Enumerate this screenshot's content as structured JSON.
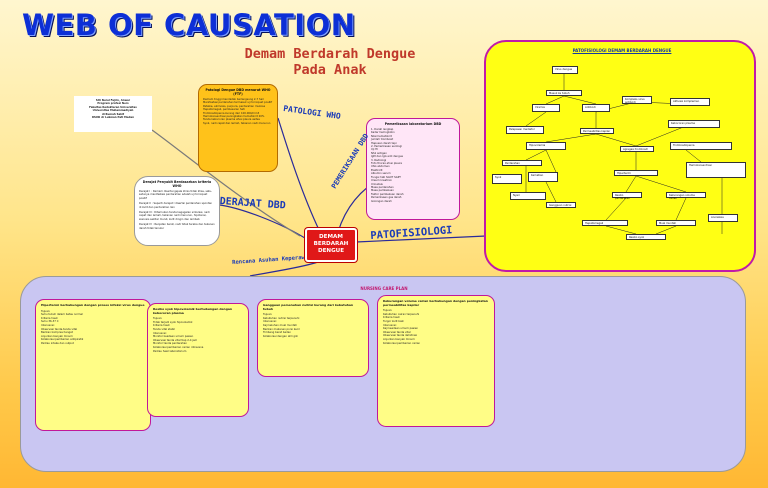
{
  "title": "WEB OF CAUSATION",
  "subtitle_line1": "Demam Berdarah Dengue",
  "subtitle_line2": "Pada Anak",
  "center_node": {
    "line1": "DEMAM",
    "line2": "BERDARAH",
    "line3": "DENGUE"
  },
  "branches": {
    "patologi": "PATOLOGI WHO",
    "pemeriksaan": "PEMERIKSAAN DBD",
    "derajat": "DERAJAT DBD",
    "patofisiologi": "PATOFISIOLOGI",
    "asuhan": "Rencana Asuhan Keperawatan"
  },
  "author_card": {
    "l1": "Siti Nurul Fajrin, Anwar",
    "l2": "Program profesi Ners",
    "l3": "Fakultas Kedokteran Universitas",
    "l4": "Universitas Muhammadiyah",
    "l5": "di Rumah Sakit",
    "l6": "RSUD dr Lukman Pati Medan"
  },
  "who_card": {
    "title": "Patologi Dengue DBD menurut WHO (FTF)",
    "items": [
      "Demam tinggi mendadak berlangsung 2-7 hari",
      "Manifestasi perdarahan termasuk uji torniquet positif",
      "Petekie, ekimosis, purpura, perdarahan mukosa",
      "Hepatomegali, pembesaran hati",
      "Trombositopenia kurang dari 100.000/mm3",
      "Hemokonsentrasi peningkatan hematokrit 20%",
      "Tanda kebocoran plasma efusi pleura asites",
      "Syok, nadi cepat dan lemah, tekanan nadi menurun"
    ]
  },
  "exam_card": {
    "title": "Pemeriksaan laboratorium DBD",
    "items": [
      "1. Darah lengkap",
      "Kadar hemoglobin",
      "Nilai hematokrit",
      "Jumlah trombosit",
      "Hapusan darah tepi",
      "2. Pemeriksaan serologi",
      "Uji HI",
      "NS1 antigen",
      "IgM dan IgG anti dengue",
      "3. Radiologi",
      "Foto thorax efusi pleura",
      "USG abdomen",
      "Elektrolit",
      "Albumin serum",
      "Fungsi hati SGOT SGPT",
      "Ureum kreatinin",
      "Urinalisis",
      "Masa perdarahan",
      "Masa pembekuan",
      "Faktor pembekuan darah",
      "Pemeriksaan gas darah",
      "Golongan darah"
    ]
  },
  "grade_card": {
    "title": "Derajat Penyakit Berdasarkan kriteria WHO",
    "items": [
      "Derajat I : Demam disertai gejala klinis tidak khas, satu-satunya manifestasi perdarahan adalah uji torniquet positif",
      "Derajat II : Seperti derajat I disertai perdarahan spontan di kulit dan perdarahan lain",
      "Derajat III : Ditemukan tanda kegagalan sirkulasi, nadi cepat dan lemah, tekanan nadi menurun, hipotensi, sianosis sekitar mulut, kulit dingin dan lembab",
      "Derajat IV : Renjatan berat, nadi tidak teraba dan tekanan darah tidak terukur"
    ]
  },
  "patho_panel": {
    "title": "PATOFISIOLOGI DEMAM BERDARAH DENGUE",
    "boxes": [
      "Virus dengue",
      "Masuk ke tubuh",
      "Viremia",
      "Antibodi",
      "Kompleks virus antibodi",
      "Aktivasi komplemen",
      "Pelepasan mediator",
      "Permeabilitas kapiler",
      "Kebocoran plasma",
      "Hipovolemia",
      "Agregasi trombosit",
      "Trombositopenia",
      "Perdarahan",
      "Hemokonsentrasi",
      "Syok",
      "Kematian",
      "Hipertermi",
      "Nyeri",
      "Resiko perdarahan",
      "Kekurangan volume cairan",
      "Gangguan nutrisi",
      "Hepatomegali",
      "Mual muntah",
      "Anoreksia",
      "Resiko syok"
    ]
  },
  "ncp": {
    "title": "NURSING CARE PLAN",
    "cards": [
      {
        "heading": "Hipertermi berhubungan dengan proses infeksi virus dengue",
        "lines": [
          "Tujuan:",
          "Suhu tubuh dalam batas normal",
          "Kriteria hasil:",
          "Suhu 36-37 C",
          "Intervensi:",
          "Observasi tanda-tanda vital",
          "Berikan kompres hangat",
          "Anjurkan banyak minum",
          "Kolaborasi pemberian antipiretik",
          "Pantau intake dan output"
        ]
      },
      {
        "heading": "Resiko syok hipovolemik berhubungan dengan kebocoran plasma",
        "lines": [
          "Tujuan:",
          "Tidak terjadi syok hipovolemik",
          "Kriteria hasil:",
          "Tanda vital stabil",
          "Intervensi:",
          "Monitor keadaan umum pasien",
          "Observasi tanda vital tiap 2-4 jam",
          "Monitor tanda perdarahan",
          "Kolaborasi pemberian cairan intravena",
          "Pantau hasil laboratorium"
        ]
      },
      {
        "heading": "Gangguan pemenuhan nutrisi kurang dari kebutuhan tubuh",
        "lines": [
          "Tujuan:",
          "Kebutuhan nutrisi terpenuhi",
          "Intervensi:",
          "Kaji keluhan mual muntah",
          "Berikan makanan porsi kecil",
          "Timbang berat badan",
          "Kolaborasi dengan ahli gizi"
        ]
      },
      {
        "heading": "Kekurangan volume cairan berhubungan dengan peningkatan permeabilitas kapiler",
        "lines": [
          "Tujuan:",
          "Kebutuhan cairan terpenuhi",
          "Kriteria hasil:",
          "Turgor kulit baik",
          "Intervensi:",
          "Kaji keadaan umum pasien",
          "Observasi tanda vital",
          "Observasi tanda dehidrasi",
          "Anjurkan banyak minum",
          "Kolaborasi pemberian cairan"
        ]
      }
    ]
  }
}
